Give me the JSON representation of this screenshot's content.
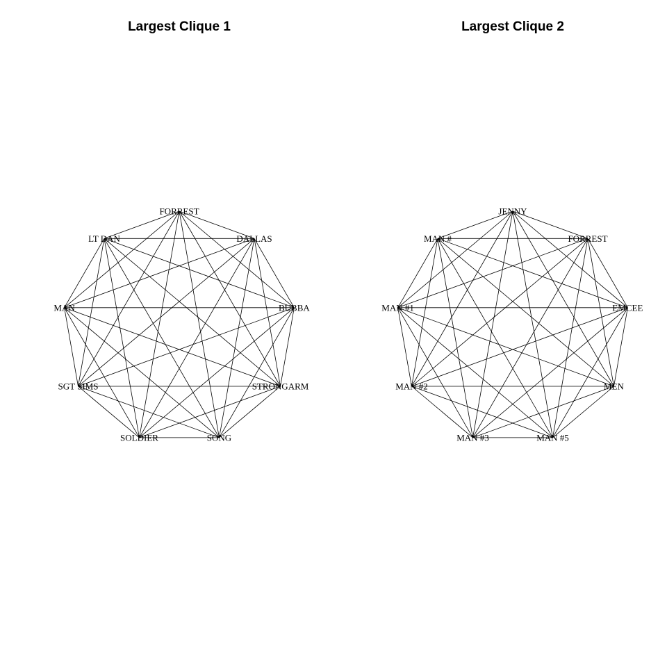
{
  "graphs": [
    {
      "title": "Largest Clique 1",
      "nodes": [
        "FORREST",
        "DALLAS",
        "BUBBA",
        "STRONGARM",
        "SONG",
        "SOLDIER",
        "SGT SIMS",
        "MAN",
        "LT DAN"
      ]
    },
    {
      "title": "Largest Clique 2",
      "nodes": [
        "JENNY",
        "FORREST",
        "EMCEE",
        "MEN",
        "MAN #5",
        "MAN #3",
        "MAN #2",
        "MAN #1",
        "MAN #"
      ]
    }
  ]
}
